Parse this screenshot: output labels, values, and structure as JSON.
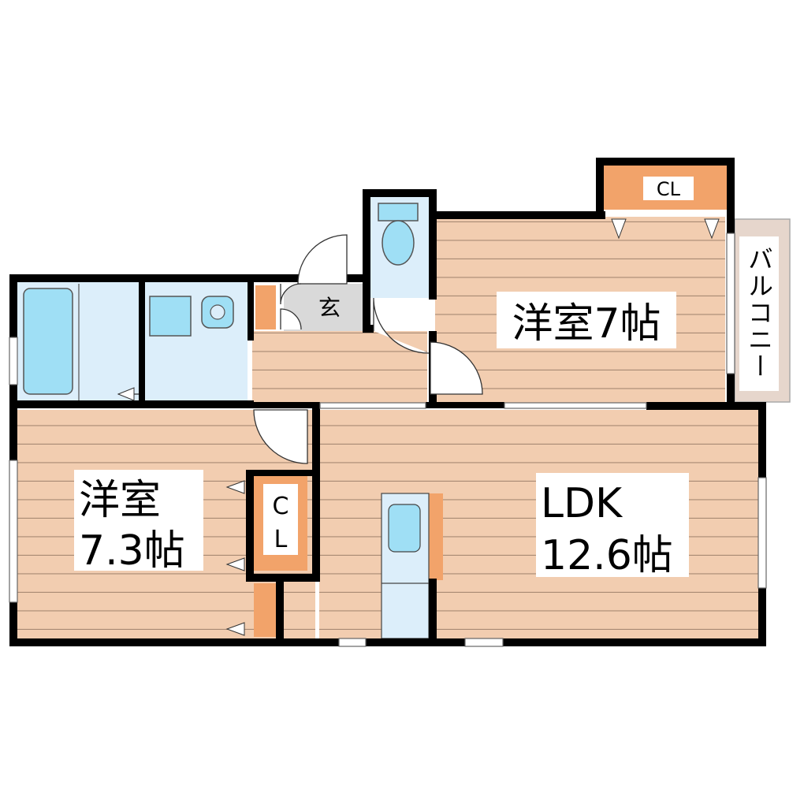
{
  "floor_plan": {
    "rooms": {
      "western_room_1": {
        "name": "洋室",
        "size": "7帖"
      },
      "western_room_2": {
        "name": "洋室",
        "size": "7.3帖"
      },
      "ldk": {
        "name": "LDK",
        "size": "12.6帖"
      },
      "entrance": {
        "name": "玄"
      },
      "balcony": {
        "name": "バルコニー"
      },
      "closet_top": {
        "name": "CL"
      },
      "closet_mid": {
        "name_1": "C",
        "name_2": "L"
      }
    },
    "colors": {
      "wall": "#000000",
      "floor_wood": "#f2cdb0",
      "floor_line": "#a88a74",
      "wet_area": "#dceefa",
      "fixture": "#9fdff5",
      "closet": "#f2a36a",
      "entrance_floor": "#d9d9d9",
      "balcony": "#e6d6cc"
    }
  }
}
